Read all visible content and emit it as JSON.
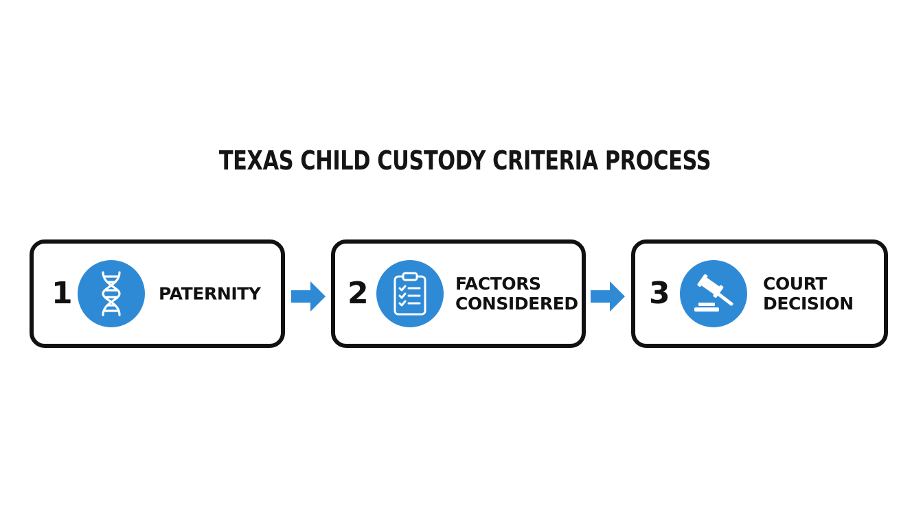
{
  "title": "TEXAS CHILD CUSTODY CRITERIA PROCESS",
  "accent_color": "#2f8ad6",
  "steps": [
    {
      "number": "1",
      "icon": "dna-icon",
      "label_lines": [
        "PATERNITY"
      ]
    },
    {
      "number": "2",
      "icon": "clipboard-checklist-icon",
      "label_lines": [
        "FACTORS",
        "CONSIDERED"
      ]
    },
    {
      "number": "3",
      "icon": "gavel-icon",
      "label_lines": [
        "COURT",
        "DECISION"
      ]
    }
  ]
}
